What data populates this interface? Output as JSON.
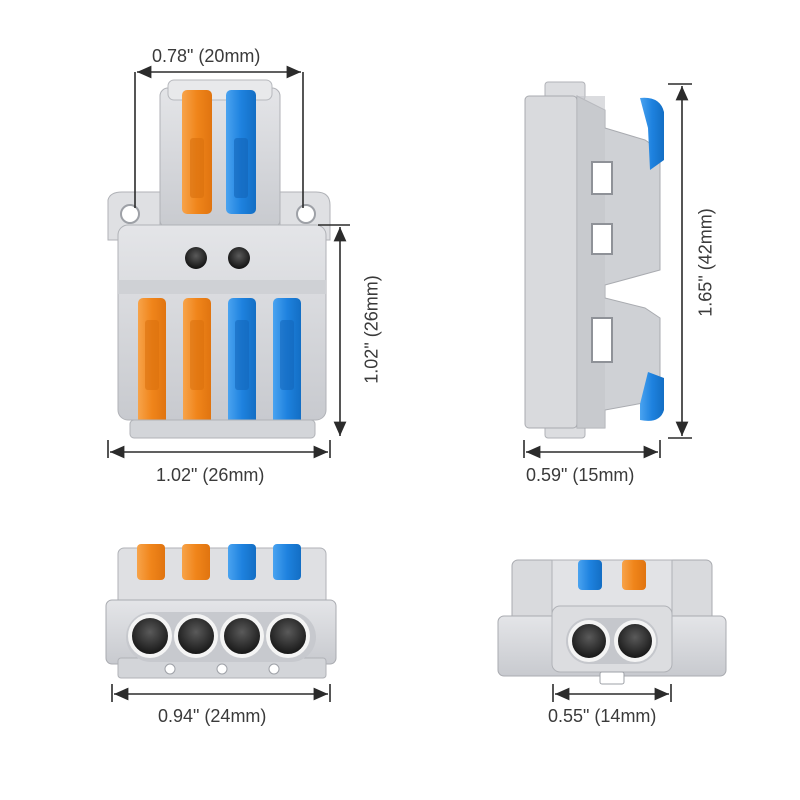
{
  "colors": {
    "housing": "#d9dadd",
    "housing_shade": "#b9bbc0",
    "housing_dark": "#9ea1a7",
    "orange": "#f28a1d",
    "blue": "#1f83e0",
    "hole": "#1b1b1b",
    "dim_line": "#2b2b2b",
    "text": "#3a3a3a"
  },
  "dimensions": {
    "front_top_width": "0.78\" (20mm)",
    "front_height": "1.02\" (26mm)",
    "front_bottom_width": "1.02\" (26mm)",
    "side_height": "1.65\" (42mm)",
    "side_width": "0.59\" (15mm)",
    "end4_width": "0.94\" (24mm)",
    "end2_width": "0.55\" (14mm)"
  }
}
